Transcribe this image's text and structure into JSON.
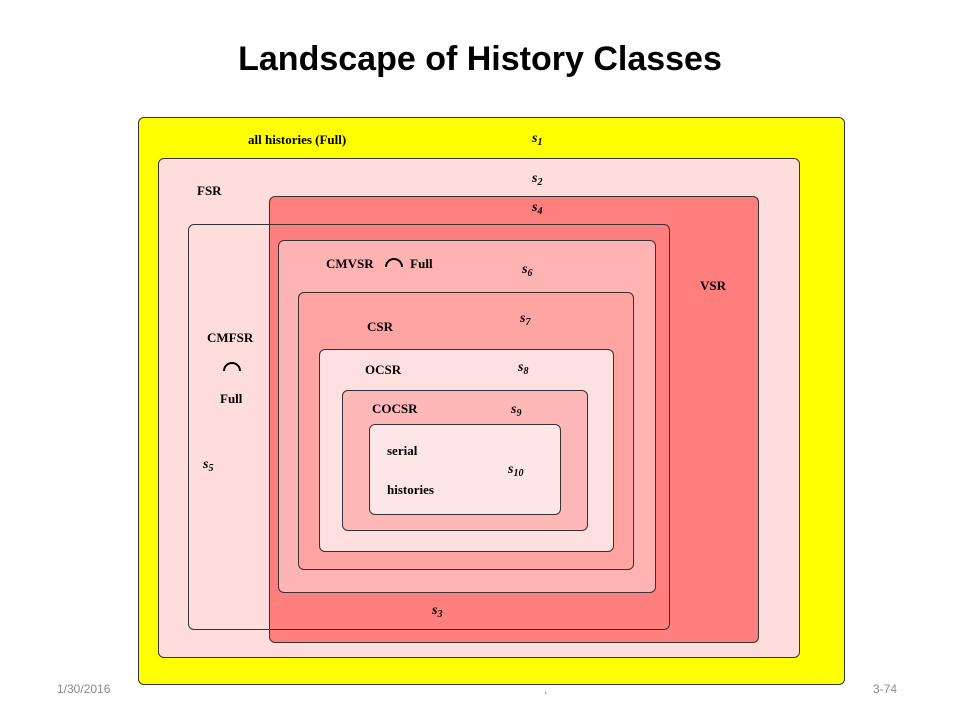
{
  "title": "Landscape of History Classes",
  "colors": {
    "full": "#ffff00",
    "fsr": "#ffdddd",
    "vsr": "#ff7f7f",
    "cmvsr": "#ffb3b3",
    "csr": "#ffa3a3",
    "ocsr": "#ffe0e0",
    "cocsr": "#ffb8b8",
    "serial": "#ffe6e6"
  },
  "labels": {
    "full": "all histories (Full)",
    "fsr": "FSR",
    "vsr": "VSR",
    "cmvsr": "CMVSR",
    "cmvsr_full": "Full",
    "cmfsr": "CMFSR",
    "cmfsr_full": "Full",
    "csr": "CSR",
    "ocsr": "OCSR",
    "cocsr": "COCSR",
    "serial_1": "serial",
    "serial_2": "histories"
  },
  "samples": {
    "s1": {
      "base": "s",
      "index": "1"
    },
    "s2": {
      "base": "s",
      "index": "2"
    },
    "s3": {
      "base": "s",
      "index": "3"
    },
    "s4": {
      "base": "s",
      "index": "4"
    },
    "s5": {
      "base": "s",
      "index": "5"
    },
    "s6": {
      "base": "s",
      "index": "6"
    },
    "s7": {
      "base": "s",
      "index": "7"
    },
    "s8": {
      "base": "s",
      "index": "8"
    },
    "s9": {
      "base": "s",
      "index": "9"
    },
    "s10": {
      "base": "s",
      "index": "10"
    }
  },
  "footer": {
    "date": "1/30/2016",
    "center": ",",
    "page": "3-74"
  }
}
